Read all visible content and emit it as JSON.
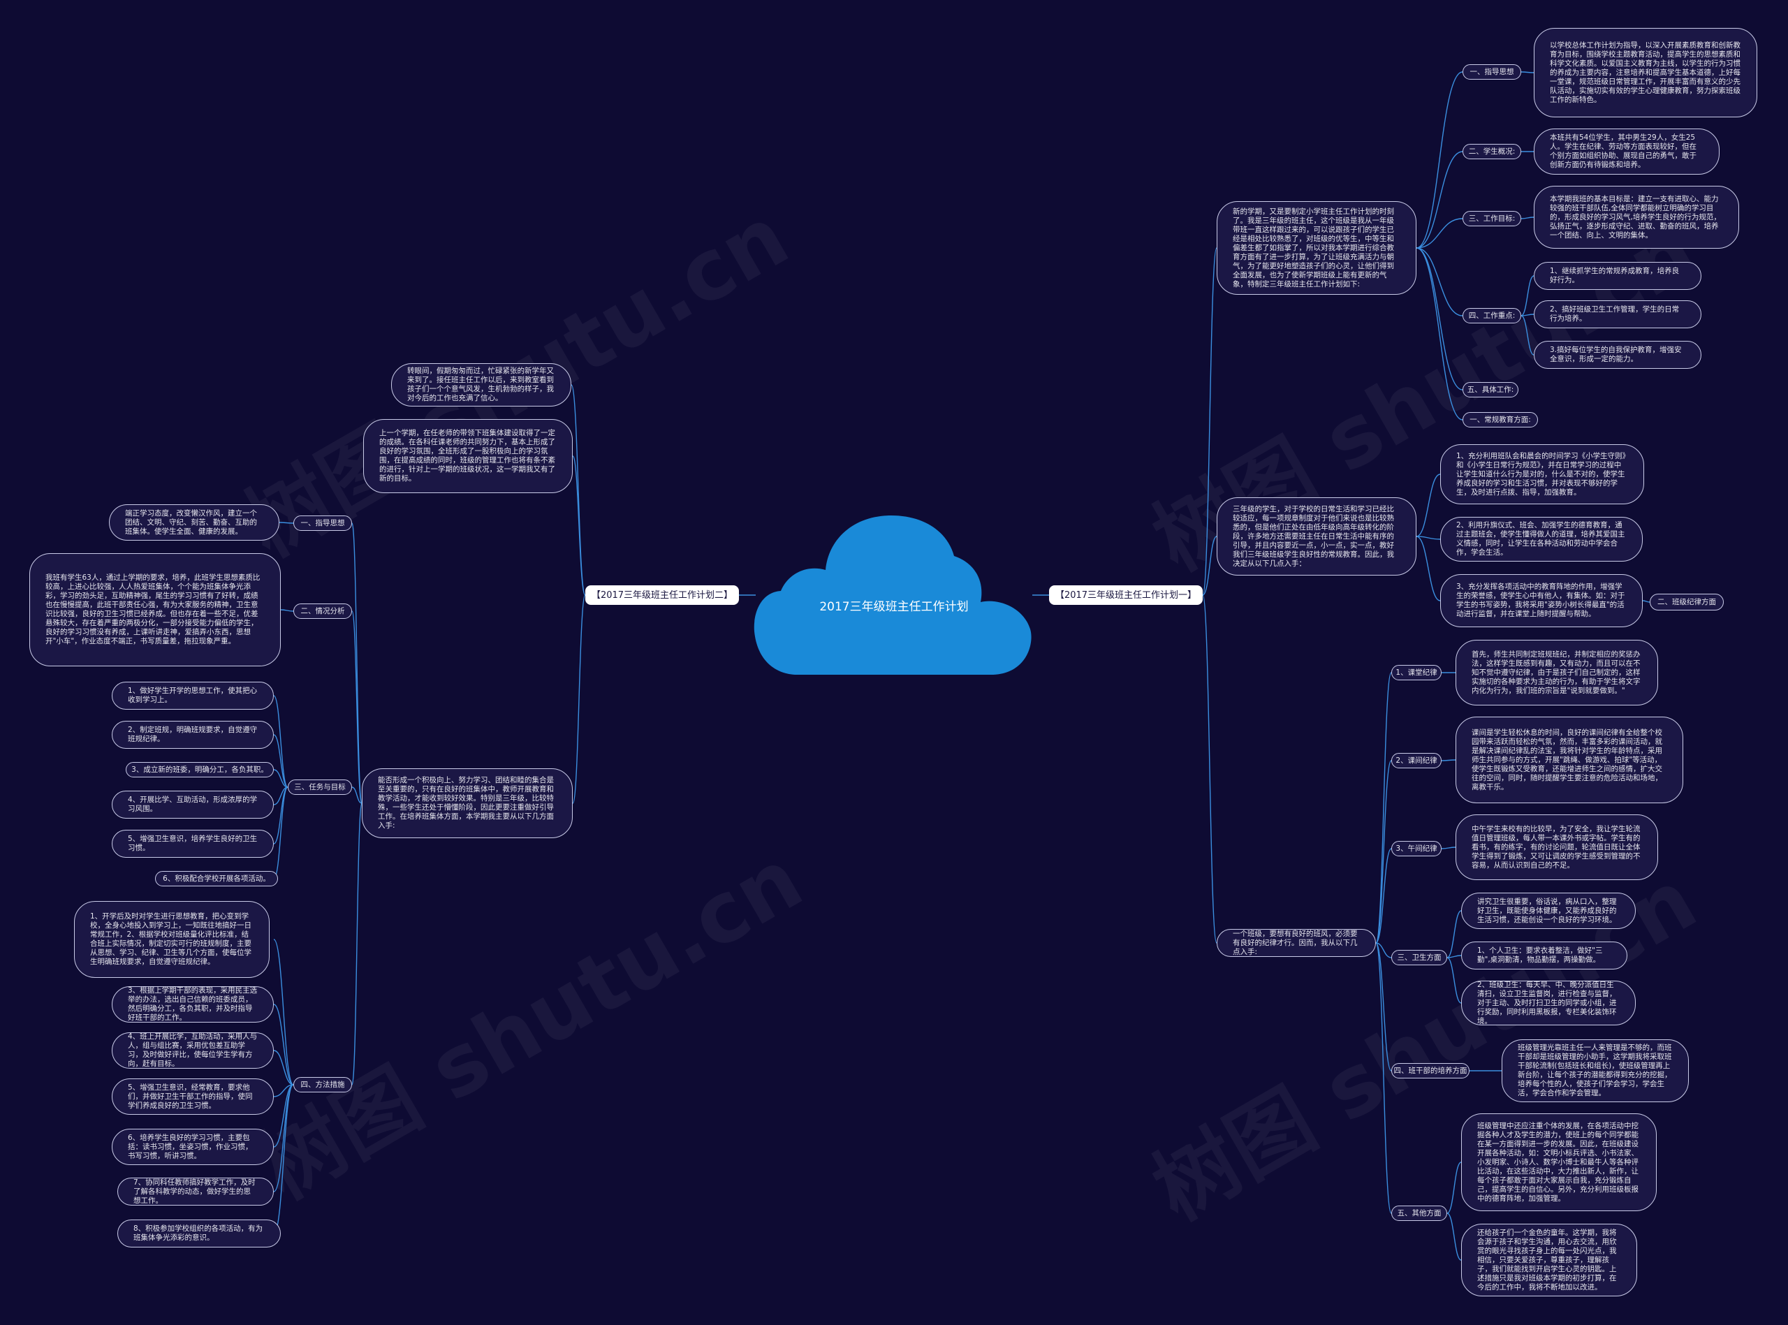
{
  "center": {
    "title": "2017三年级班主任工作计划"
  },
  "branches": {
    "right": "【2017三年级班主任工作计划一】",
    "left": "【2017三年级班主任工作计划二】"
  },
  "watermark": "树图 shutu.cn",
  "nodes": {
    "r1": "新的学期，又是要制定小学班主任工作计划的时刻了。我是三年级的班主任，这个班级是我从一年级带班一直这样跟过来的，可以说跟孩子们的学生已经是相处比较熟悉了，对班级的优等生，中等生和偏差生都了如指掌了，所以对我本学期进行综合教育方面有了进一步打算，为了让班级充满活力与朝气，为了能更好地塑造孩子们的心灵，让他们得到全面发展，也为了使新学期班级上能有更新的气象，特制定三年级班主任工作计划如下:",
    "r1_1": "一、指导思想",
    "r1_1_1": "以学校总体工作计划为指导，以深入开展素质教育和创新教育为目标，围绕学校主题教育活动，提高学生的思想素质和科学文化素质。以爱国主义教育为主线，以学生的行为习惯的养成为主要内容，注意培养和提高学生基本道德，上好每一堂课，规范班级日常管理工作，开展丰富而有意义的少先队活动，实施切实有效的学生心理健康教育，努力探索班级工作的新特色。",
    "r1_2": "二、学生概况:",
    "r1_2_1": "本班共有54位学生，其中男生29人，女生25人。学生在纪律、劳动等方面表现较好，但在个别方面如组织协助、展现自己的勇气，敢于创新方面仍有待锻炼和培养。",
    "r1_3": "三、工作目标:",
    "r1_3_1": "本学期我班的基本目标是：建立一支有进取心、能力较强的班干部队伍,全体同学都能树立明确的学习目的，形成良好的学习风气,培养学生良好的行为规范，弘扬正气，逐步形成守纪、进取、勤奋的班风，培养一个团结、向上、文明的集体。",
    "r1_4": "四、工作重点:",
    "r1_4_1": "1、继续抓学生的常规养成教育，培养良好行为。",
    "r1_4_2": "2、搞好班级卫生工作管理，学生的日常行为培养。",
    "r1_4_3": "3.搞好每位学生的自我保护教育，增强安全意识，形成一定的能力。",
    "r1_5": "五、具体工作:",
    "r1_6": "一、常规教育方面:",
    "r2": "三年级的学生，对于学校的日常生活和学习已经比较适应，每一项规章制度对于他们来说也是比较熟悉的，但是他们正处在由低年级向高年级转化的阶段，许多地方还需要班主任在日常生活中能有序的引导，并且内容要近一点，小一点，实一点，教好我们三年级班级学生良好性的常规教育。因此，我决定从以下几点入手：",
    "r2_1": "1、充分利用班队会和晨会的时间学习《小学生守则》和《小学生日常行为规范》，并在日常学习的过程中让学生知道什么行为是对的，什么是不对的，使学生养成良好的学习和生活习惯，并对表现不够好的学生，及时进行点拨、指导，加强教育。",
    "r2_2": "2、利用升旗仪式、班会、加强学生的德育教育，通过主题班会，使学生懂得做人的道理，培养其爱国主义情感，同时，让学生在各种活动和劳动中学会合作，学会生活。",
    "r2_3": "3、充分发挥各项活动中的教育阵地的作用，增强学生的荣誉感，使学生心中有他人，有集体。如：对于学生的书写姿势，我将采用\"姿势小树长得最直\"的活动进行监督，并在课堂上随时提醒与帮助。",
    "r2_tag": "二、班级纪律方面",
    "r3": "一个班级，要想有良好的班风，必须要有良好的纪律才行。因而，我从以下几点入手:",
    "r3_1": "1、课堂纪律",
    "r3_1_1": "首先，师生共同制定班规班纪，并制定相应的奖惩办法，这样学生既感到有趣，又有动力，而且可以在不知不觉中遵守纪律，由于是孩子们自己制定的，这样实施切的各种要求为主动的行为，有助于学生将文字内化为行为，我们班的宗旨是\"说到就要做到。\"",
    "r3_2": "2、课间纪律",
    "r3_2_1": "课间是学生轻松休息的时间，良好的课间纪律有全给整个校园带来活跃而轻松的气氛，然而，丰富多彩的课间活动，就是解决课间纪律乱的法宝，我将针对学生的年龄特点，采用师生共同参与的方式，开展\"跳绳、做游戏、拍球\"等活动，使学生既锻炼又受教育，还能增进师生之间的感情，扩大交往的空间，同时，随时提醒学生要注意的危险活动和场地，离教干乐。",
    "r3_3": "3、午间纪律",
    "r3_3_1": "中午学生来校有的比较早，为了安全，我让学生轮流值日管理班级，每人带一本课外书或字帖。学生有的看书，有的练字，有的讨论问题，轮流值日既让全体学生得到了锻炼，又可让调皮的学生感受到管理的不容易，从而认识到自己的不足。",
    "r3_4": "三、卫生方面",
    "r3_4_1": "讲究卫生很重要，俗话说，病从口入，整理好卫生，既能使身体健康，又能养成良好的生活习惯，还能创设一个良好的学习环境。",
    "r3_4_2": "1、个人卫生：要求衣着整洁，做好\"三勤\",桌洞勤清，物品勤摆，两操勤做。",
    "r3_4_3": "2、班级卫生：每天早、中、晚分派值日生清扫，设立卫生监督岗，进行检查与监督，对于主动、及时打扫卫生的同学或小组，进行奖励，同时利用黑板报，专栏美化装饰环境。",
    "r3_5": "四、班干部的培养方面",
    "r3_5_1": "班级管理光靠班主任一人来管理是不够的，而班干部却是班级管理的小助手，这学期我将采取班干部轮流制(包括班长和组长)，使班级管理再上新台阶，让每个孩子的潜能都得到充分的挖掘，培养每个性的人，使孩子们学会学习，学会生活，学会合作和学会管理。",
    "r3_6": "五、其他方面",
    "r3_6_1": "班级管理中还应注重个体的发展，在各项活动中挖掘各种人才及学生的潜力，使班上的每个同学都能在某一方面得到进一步的发展。因此，在班级建设开展各种活动，如：文明小标兵评选、小书法家、小发明家、小诗人、数学小博士和最牛人等各种评比活动，在这些活动中，大力推出新人，新作，让每个孩子都敢于面对大家展示自我，充分锻炼自己，提高学生的自信心。另外，充分利用班级板报中的德育阵地，加强管理。",
    "r3_6_2": "还给孩子们一个金色的童年。这学期，我将会源于孩子和学生沟通，用心去交流，用欣赏的眼光寻找孩子身上的每一处闪光点，我相信，只要关爱孩子，尊重孩子，理解孩子，我们就能找到开启学生心灵的钥匙。上述措施只是我对班级本学期的初步打算，在今后的工作中，我将不断地加以改进。",
    "l1": "转眼间，假期匆匆而过，忙碌紧张的新学年又来到了。接任班主任工作以后，来到教室看到孩子们一个个意气风发，生机勃勃的样子，我对今后的工作也充满了信心。",
    "l2": "上一个学期，在任老师的带领下班集体建设取得了一定的成绩。在各科任课老师的共同努力下，基本上形成了良好的学习氛围，全班形成了一股积极向上的学习氛围，在提高成绩的同时，班级的管理工作也将有条不紊的进行，针对上一学期的班级状况，这一学期我又有了新的目标。",
    "l3": "能否形成一个积极向上、努力学习、团结和睦的集合是至关重要的，只有在良好的班集体中，教师开展教育和教学活动，才能收到较好效果。特别是三年级，比较特殊，一些学生还处于懵懂阶段，因此更要注重做好引导工作。在培养班集体方面，本学期我主要从以下几方面入手:",
    "l3_1": "一、指导思想",
    "l3_1_1": "端正学习态度，改变懒汉作风，建立一个团结、文明、守纪、刻苦、勤奋、互助的班集体。使学生全面、健康的发展。",
    "l3_2": "二、情况分析",
    "l3_2_1": "我班有学生63人，通过上学期的要求，培养，此班学生思想素质比较高，上进心比较强，人人热爱班集体，个个能为班集体争光添彩，学习的劲头足，互助精神强，尾生的学习习惯有了好转，成绩也在慢慢提高，此班干部责任心强，有为大家服务的精神，卫生意识比较强，良好的卫生习惯已经养成。但也存在着一些不足，优差悬殊较大，存在着严重的两极分化，一部分接受能力偏低的学生，良好的学习习惯没有养成，上课听讲走神，爱搞弄小东西，思想开\"小车\"，作业态度不端正，书写质量差，拖拉现象严重。",
    "l3_3": "三、任务与目标",
    "l3_3_1": "1、做好学生开学的思想工作，使其把心收到学习上。",
    "l3_3_2": "2、制定班规，明确班规要求，自觉遵守班规纪律。",
    "l3_3_3": "3、成立新的班委，明确分工，各负其职。",
    "l3_3_4": "4、开展比学、互助活动，形成浓厚的学习风围。",
    "l3_3_5": "5、增强卫生意识，培养学生良好的卫生习惯。",
    "l3_3_6": "6、积极配合学校开展各项活动。",
    "l3_4": "四、方法措施",
    "l3_4_1": "1、开学后及时对学生进行思想教育，把心变到学校，全身心地投入到学习上，一知既往地搞好一日常规工作，2、根据学校对班级量化评比标准，结合班上实际情况，制定切实可行的班规制度，主要从思想、学习、纪律、卫生等几个方面，使每位学生明确班规要求，自觉遵守班规纪律。",
    "l3_4_2": "3、根据上学期干部的表现，采用民主选举的办法，选出自己信赖的班委成员，然后明确分工，各负其职，并及时指导好班干部的工作。",
    "l3_4_3": "4、班上开展比学，互助活动，采用人与人，组与组比赛，采用优包差互助学习，及时做好评比，使每位学生学有方向，赶有目标。",
    "l3_4_4": "5、增强卫生意识，经常教育，要求他们，并做好卫生干部工作的指导，使同学们养成良好的卫生习惯。",
    "l3_4_5": "6、培养学生良好的学习习惯，主要包括：读书习惯，坐姿习惯，作业习惯，书写习惯，听讲习惯。",
    "l3_4_6": "7、协同科任教师搞好教学工作，及时了解各科教学的动态，做好学生的思想工作。",
    "l3_4_7": "8、积极参加学校组织的各项活动，有为班集体争光添彩的意识。"
  }
}
